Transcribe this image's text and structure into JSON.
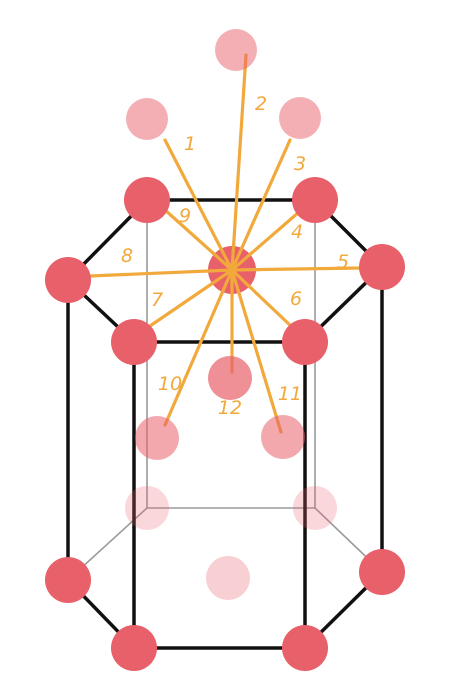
{
  "colors": {
    "atom": "#e8606a",
    "bond": "#f2a93b",
    "frame": "#111111",
    "frame_back": "#9a9a9a"
  },
  "bond_labels": [
    "1",
    "2",
    "3",
    "4",
    "5",
    "6",
    "7",
    "8",
    "9",
    "10",
    "11",
    "12"
  ]
}
